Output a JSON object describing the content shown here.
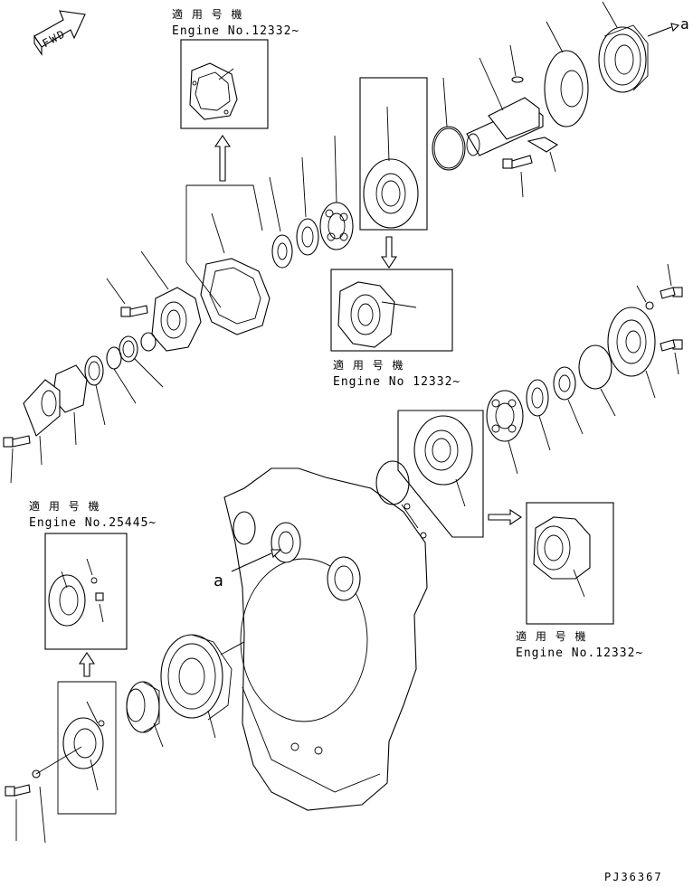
{
  "fwd_arrow_label": "FWD",
  "callouts": {
    "top": {
      "applicable_label": "適 用 号 機",
      "engine_label": "Engine No.12332~"
    },
    "mid": {
      "applicable_label": "適 用 号 機",
      "engine_label": "Engine No 12332~"
    },
    "left": {
      "applicable_label": "適 用 号 機",
      "engine_label": "Engine No.25445~"
    },
    "right": {
      "applicable_label": "適 用 号 機",
      "engine_label": "Engine No.12332~"
    }
  },
  "reference_marks": {
    "a_top": "a",
    "a_housing": "a"
  },
  "drawing_id": "PJ36367",
  "icons": [
    "fwd-arrow-icon",
    "down-arrow-icon",
    "up-arrow-icon",
    "right-arrow-icon"
  ]
}
